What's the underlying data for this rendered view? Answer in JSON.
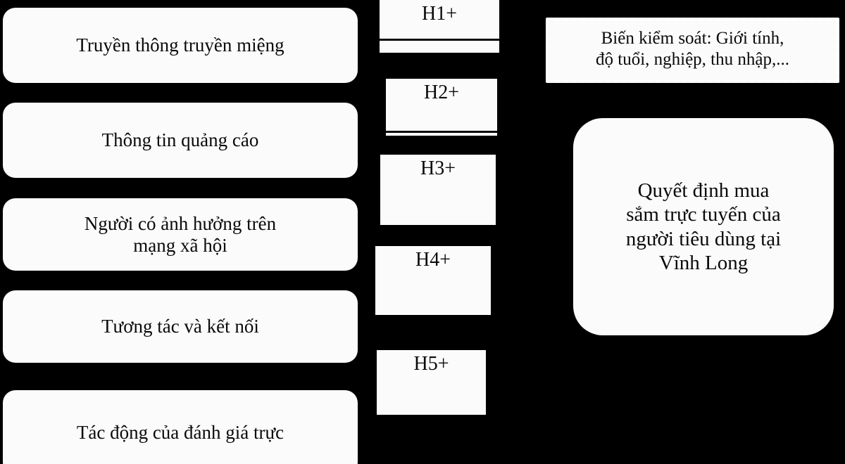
{
  "diagram": {
    "title": "Conceptual research framework",
    "background_color": "#000000",
    "box_fill_color": "#fbfbfb",
    "text_color": "#0a0a0a",
    "factors": [
      {
        "id": "factor-1",
        "text": "Truyền thông truyền miệng"
      },
      {
        "id": "factor-2",
        "text": "Thông tin quảng cáo"
      },
      {
        "id": "factor-3",
        "line1": "Người có ảnh hưởng trên",
        "line2": "mạng xã hội"
      },
      {
        "id": "factor-4",
        "text": "Tương tác và kết nối"
      },
      {
        "id": "factor-5",
        "text": "Tác động của đánh giá trực"
      }
    ],
    "hypotheses": [
      {
        "id": "hyp-1",
        "label": "H1+"
      },
      {
        "id": "hyp-2",
        "label": "H2+"
      },
      {
        "id": "hyp-3",
        "label": "H3+"
      },
      {
        "id": "hyp-4",
        "label": "H4+"
      },
      {
        "id": "hyp-5",
        "label": "H5+"
      }
    ],
    "control_variables": {
      "line1": "Biến kiểm soát: Giới tính,",
      "line2": "độ tuổi, nghiệp, thu nhập,..."
    },
    "outcome": {
      "line1": "Quyết định mua",
      "line2": "sắm trực tuyến của",
      "line3": "người tiêu dùng tại",
      "line4": "Vĩnh Long"
    }
  }
}
